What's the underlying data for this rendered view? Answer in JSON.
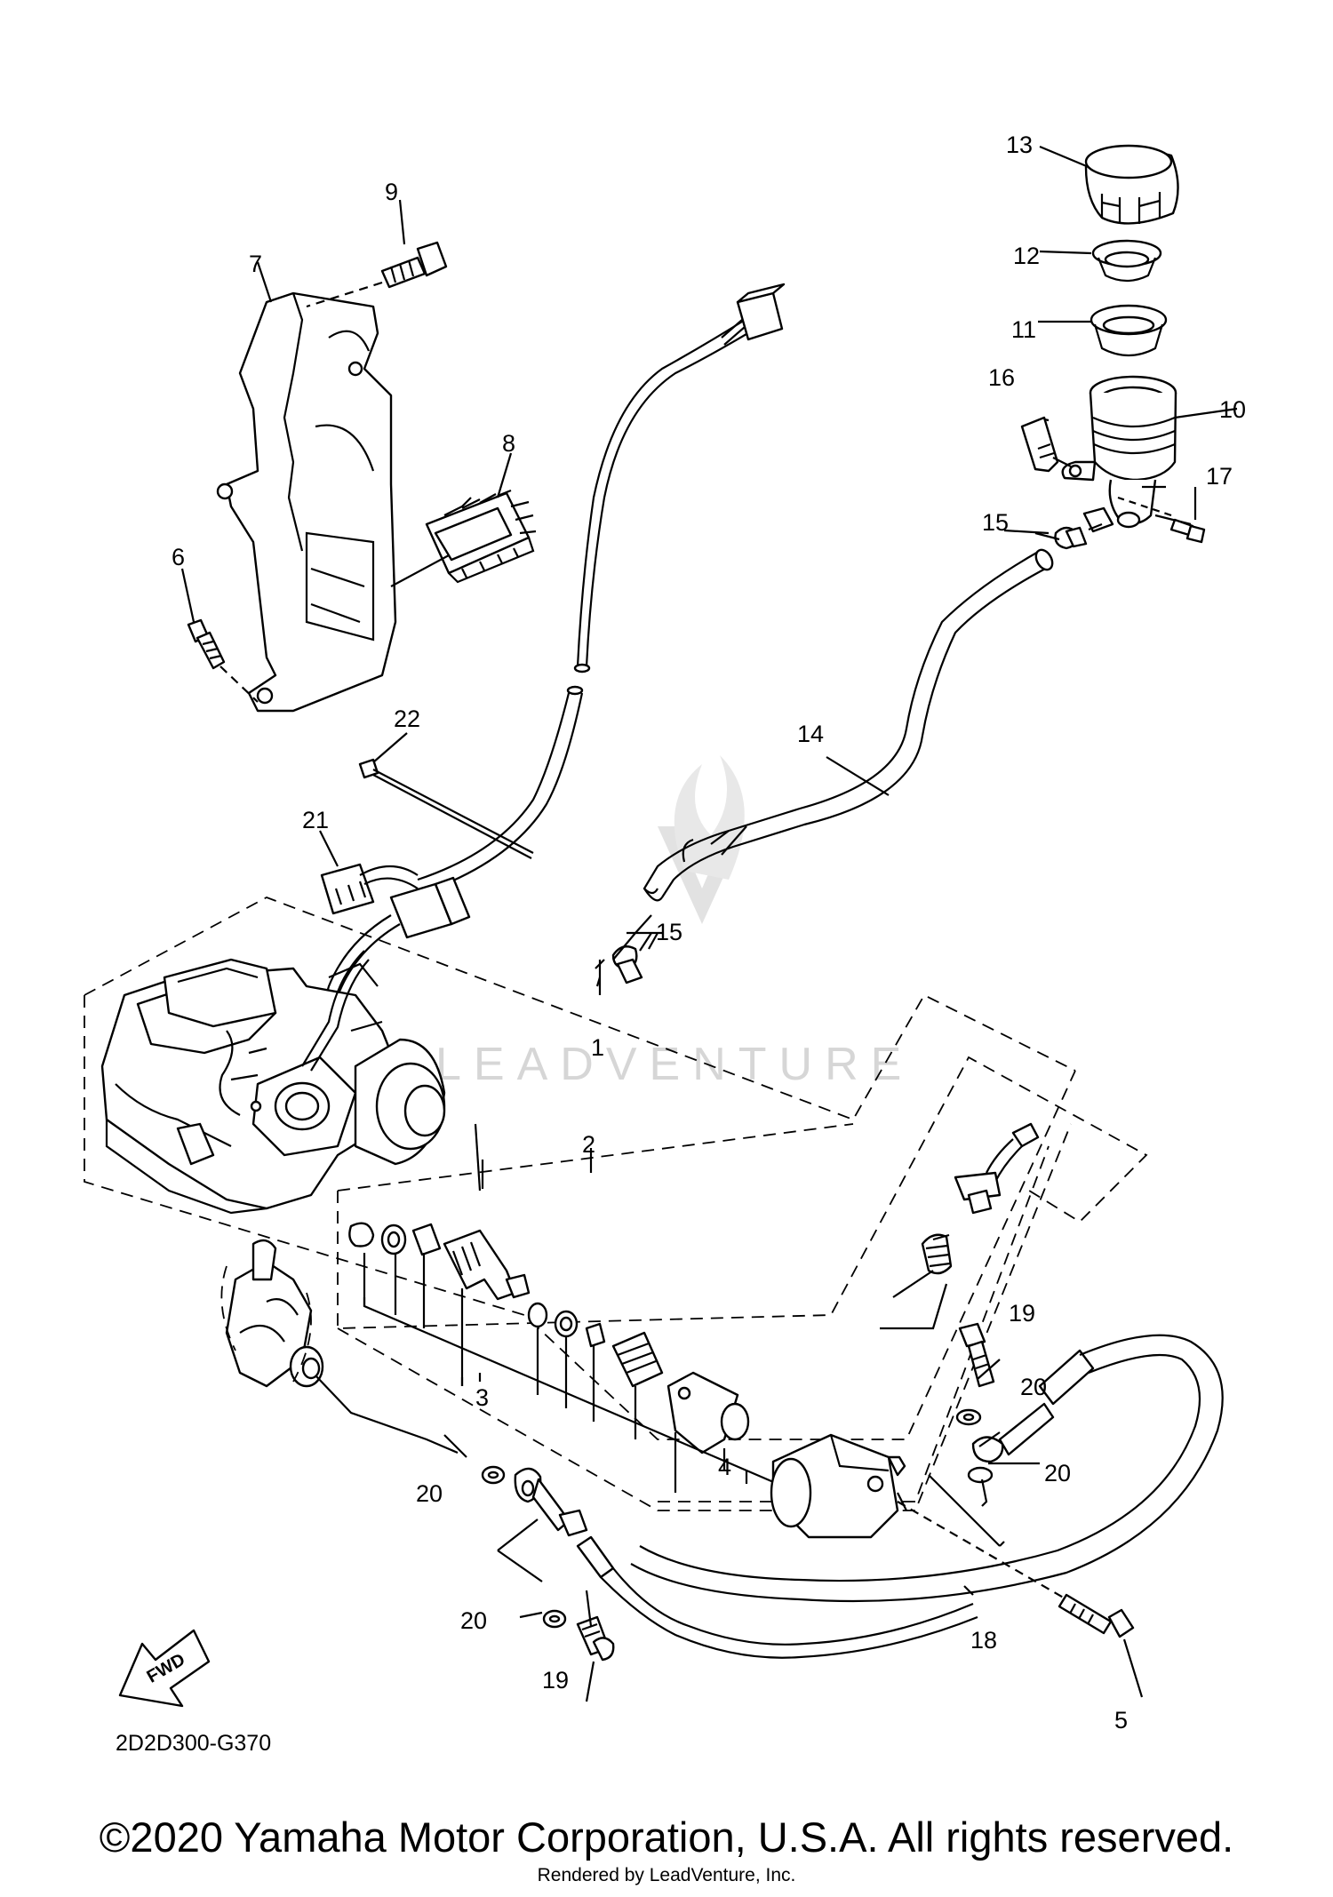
{
  "diagram": {
    "callouts": [
      {
        "id": "c1",
        "label": "1"
      },
      {
        "id": "c2",
        "label": "2"
      },
      {
        "id": "c3",
        "label": "3"
      },
      {
        "id": "c4",
        "label": "4"
      },
      {
        "id": "c5",
        "label": "5"
      },
      {
        "id": "c6",
        "label": "6"
      },
      {
        "id": "c7",
        "label": "7"
      },
      {
        "id": "c8",
        "label": "8"
      },
      {
        "id": "c9",
        "label": "9"
      },
      {
        "id": "c10",
        "label": "10"
      },
      {
        "id": "c11",
        "label": "11"
      },
      {
        "id": "c12",
        "label": "12"
      },
      {
        "id": "c13",
        "label": "13"
      },
      {
        "id": "c14",
        "label": "14"
      },
      {
        "id": "c15a",
        "label": "15"
      },
      {
        "id": "c15b",
        "label": "15"
      },
      {
        "id": "c16",
        "label": "16"
      },
      {
        "id": "c17",
        "label": "17"
      },
      {
        "id": "c18",
        "label": "18"
      },
      {
        "id": "c19a",
        "label": "19"
      },
      {
        "id": "c19b",
        "label": "19"
      },
      {
        "id": "c20a",
        "label": "20"
      },
      {
        "id": "c20b",
        "label": "20"
      },
      {
        "id": "c20c",
        "label": "20"
      },
      {
        "id": "c20d",
        "label": "20"
      },
      {
        "id": "c21",
        "label": "21"
      },
      {
        "id": "c22",
        "label": "22"
      }
    ],
    "fwd_label": "FWD",
    "diagram_code": "2D2D300-G370",
    "watermark": "LEADVENTURE"
  },
  "footer": {
    "copyright": "©2020 Yamaha Motor Corporation, U.S.A. All rights reserved.",
    "rendered_by": "Rendered by LeadVenture, Inc."
  }
}
